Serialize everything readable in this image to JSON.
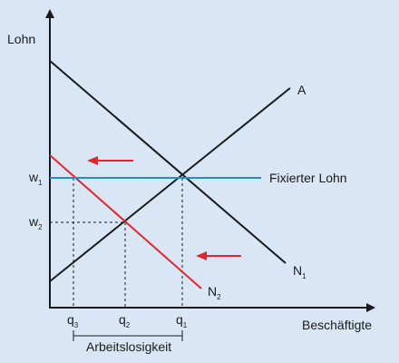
{
  "axes": {
    "y_label": "Lohn",
    "x_label": "Beschäftigte"
  },
  "curves": {
    "supply": "A",
    "demand_1": {
      "base": "N",
      "sub": "1"
    },
    "demand_2": {
      "base": "N",
      "sub": "2"
    },
    "fixed_wage": "Fixierter Lohn"
  },
  "wages": {
    "w1": {
      "base": "w",
      "sub": "1"
    },
    "w2": {
      "base": "w",
      "sub": "2"
    }
  },
  "quantities": {
    "q1": {
      "base": "q",
      "sub": "1"
    },
    "q2": {
      "base": "q",
      "sub": "2"
    },
    "q3": {
      "base": "q",
      "sub": "3"
    }
  },
  "unemployment_label": "Arbeitslosigkeit",
  "colors": {
    "background": "#d9e6f5",
    "axis": "#1a1a1a",
    "supply_demand": "#1a1a1a",
    "shifted_demand": "#e8242b",
    "fixed_wage": "#1f8fd0",
    "arrows": "#e8242b"
  }
}
